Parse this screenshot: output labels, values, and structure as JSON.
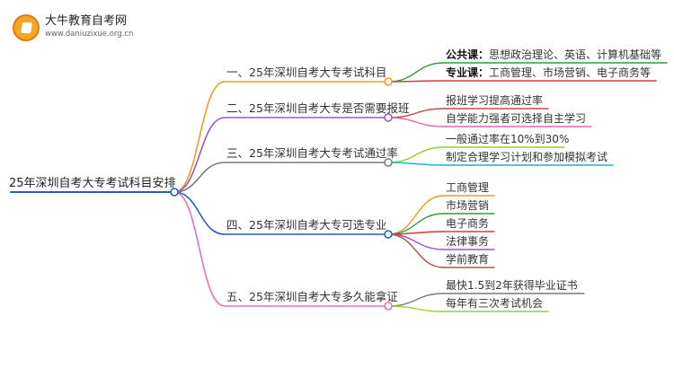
{
  "logo": {
    "title": "大牛教育自考网",
    "url": "www.daniuzixue.org.cn"
  },
  "root": {
    "label": "25年深圳自考大专考试科目安排"
  },
  "branches": [
    {
      "label": "一、25年深圳自考大专考试科目",
      "color": "#f59a23",
      "leaves": [
        {
          "strong": "公共课：",
          "text": "思想政治理论、英语、计算机基础等",
          "color": "#2e9e3a"
        },
        {
          "strong": "专业课：",
          "text": "工商管理、市场营销、电子商务等",
          "color": "#d63a3a"
        }
      ]
    },
    {
      "label": "二、25年深圳自考大专是否需要报班",
      "color": "#9b59b6",
      "leaves": [
        {
          "text": "报班学习提高通过率",
          "color": "#b5524a"
        },
        {
          "text": "自学能力强者可选择自主学习",
          "color": "#d86aa8"
        }
      ]
    },
    {
      "label": "三、25年深圳自考大专考试通过率",
      "color": "#7a7a7a",
      "leaves": [
        {
          "text": "一般通过率在10%到30%",
          "color": "#9acd32"
        },
        {
          "text": "制定合理学习计划和参加模拟考试",
          "color": "#20b2c8"
        }
      ]
    },
    {
      "label": "四、25年深圳自考大专可选专业",
      "color": "#1f5fbf",
      "leaves": [
        {
          "text": "工商管理",
          "color": "#f59a23"
        },
        {
          "text": "市场营销",
          "color": "#2e9e3a"
        },
        {
          "text": "电子商务",
          "color": "#d63a3a"
        },
        {
          "text": "法律事务",
          "color": "#9b59b6"
        },
        {
          "text": "学前教育",
          "color": "#b5524a"
        }
      ]
    },
    {
      "label": "五、25年深圳自考大专多久能拿证",
      "color": "#e070c0",
      "leaves": [
        {
          "text": "最快1.5到2年获得毕业证书",
          "color": "#7a7a7a"
        },
        {
          "text": "每年有三次考试机会",
          "color": "#9acd32"
        }
      ]
    }
  ]
}
